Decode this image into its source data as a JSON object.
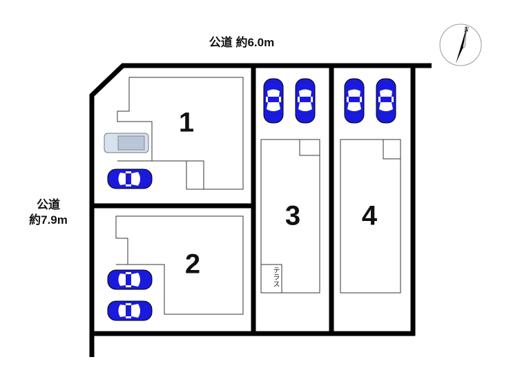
{
  "road_top": {
    "label": "公道 約6.0m"
  },
  "road_left": {
    "line1": "公道",
    "line2": "約7.9m"
  },
  "lots": [
    {
      "number": "1"
    },
    {
      "number": "2"
    },
    {
      "number": "3",
      "terrace_label": "テラス"
    },
    {
      "number": "4"
    }
  ],
  "compass": {
    "label": "N"
  },
  "colors": {
    "car_blue": "#1a1adc",
    "car_gray": "#b8c6d8",
    "boundary": "#000000"
  }
}
